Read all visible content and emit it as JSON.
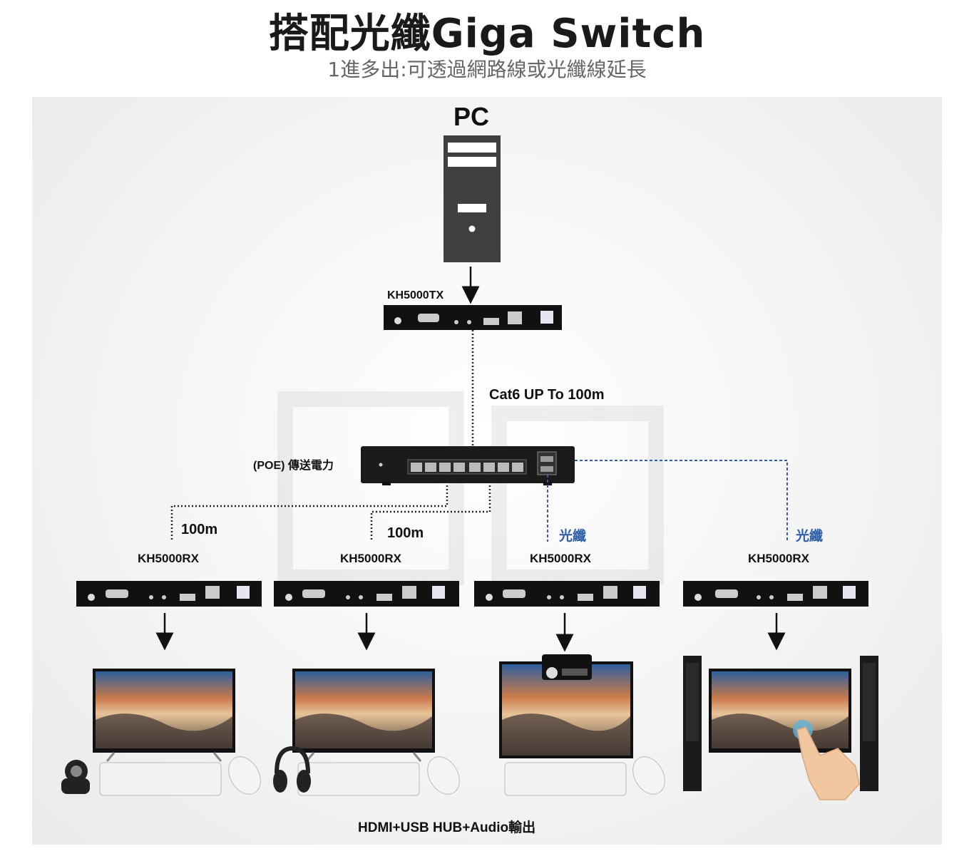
{
  "header": {
    "title": "搭配光纖Giga Switch",
    "subtitle": "1進多出:可透過網路線或光纖線延長"
  },
  "diagram": {
    "pc_label": "PC",
    "tx_label": "KH5000TX",
    "cable_label": "Cat6 UP To 100m",
    "poe_label": "(POE) 傳送電力",
    "dist_1": "100m",
    "dist_2": "100m",
    "fiber_1": "光纖",
    "fiber_2": "光纖",
    "rx_1": "KH5000RX",
    "rx_2": "KH5000RX",
    "rx_3": "KH5000RX",
    "rx_4": "KH5000RX",
    "footer": "HDMI+USB HUB+Audio輸出"
  },
  "colors": {
    "fiber_line": "#2f5fa8",
    "device_body": "#111111",
    "pc_tower": "#3f3f3f"
  }
}
